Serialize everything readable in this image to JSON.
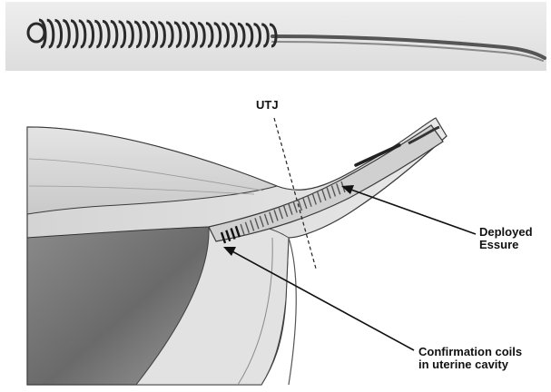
{
  "labels": {
    "utj": "UTJ",
    "deployed_line1": "Deployed",
    "deployed_line2": "Essure",
    "confirmation_line1": "Confirmation coils",
    "confirmation_line2": "in uterine cavity"
  },
  "colors": {
    "background": "#ffffff",
    "photo_background": "#e6e6e6",
    "coil": "#2a2a2a",
    "tissue_light": "#dcdcdc",
    "tissue_mid": "#b8b8b8",
    "cavity_dark": "#6f6f6f",
    "outline": "#3a3a3a",
    "leader_line": "#111111"
  }
}
